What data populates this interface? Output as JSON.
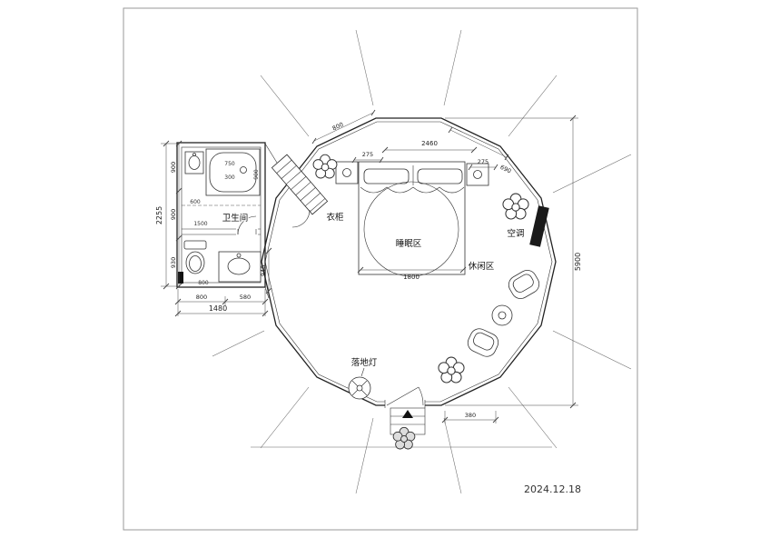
{
  "title_block": {
    "date": "2024.12.18"
  },
  "labels": {
    "bathroom": "卫生间",
    "wardrobe": "衣柜",
    "sleeping_area": "睡眠区",
    "leisure_area": "休闲区",
    "air_conditioner": "空调",
    "floor_lamp": "落地灯"
  },
  "dimensions": {
    "left_total": "2255",
    "left_seg_1": "900",
    "left_seg_2": "900",
    "left_seg_3": "930",
    "bath_width_total": "1480",
    "bath_width_seg_1": "800",
    "bath_width_seg_2": "580",
    "bath_inner_1": "750",
    "bath_inner_2": "300",
    "bath_inner_3": "600",
    "bath_inner_4": "1500",
    "bath_inner_5": "800",
    "bath_inner_6": "900",
    "junction_height": "940",
    "right_total": "5900",
    "bed_width": "1800",
    "top_left_1": "800",
    "top_left_2": "275",
    "top_middle": "2460",
    "top_right_1": "275",
    "top_right_2": "690",
    "entrance_offset": "380"
  }
}
